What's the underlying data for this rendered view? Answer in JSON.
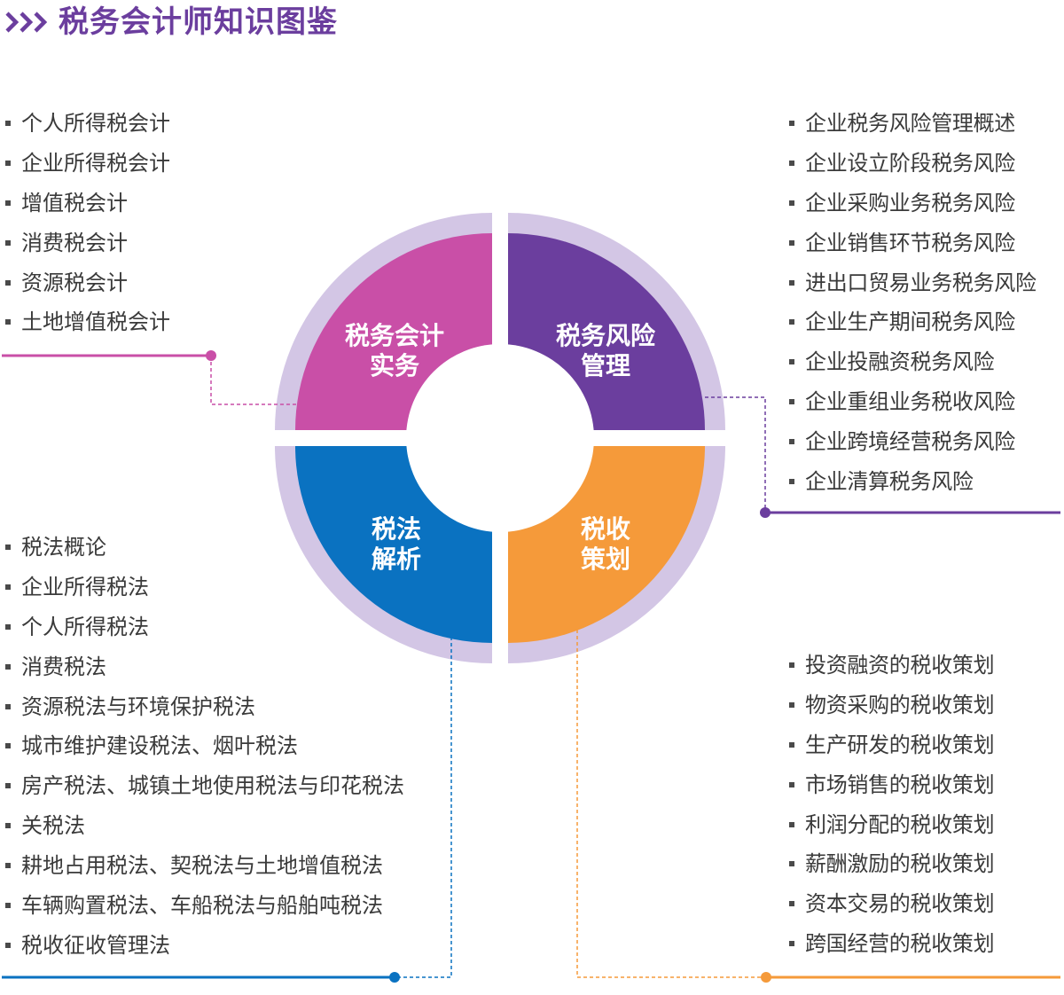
{
  "header": {
    "title": "税务会计师知识图鉴",
    "icon": "chevron-triple-right-icon",
    "accent_color": "#6b3e9e"
  },
  "colors": {
    "magenta": "#c94fa7",
    "purple": "#6b3e9e",
    "blue": "#0a72c1",
    "orange": "#f59a3a",
    "ring": "#d3c6e5"
  },
  "quadrants": {
    "top_left": {
      "line1": "税务会计",
      "line2": "实务"
    },
    "top_right": {
      "line1": "税务风险",
      "line2": "管理"
    },
    "bottom_left": {
      "line1": "税法",
      "line2": "解析"
    },
    "bottom_right": {
      "line1": "税收",
      "line2": "策划"
    }
  },
  "lists": {
    "top_left": [
      "个人所得税会计",
      "企业所得税会计",
      "增值税会计",
      "消费税会计",
      "资源税会计",
      "土地增值税会计"
    ],
    "top_right": [
      "企业税务风险管理概述",
      "企业设立阶段税务风险",
      "企业采购业务税务风险",
      "企业销售环节税务风险",
      "进出口贸易业务税务风险",
      "企业生产期间税务风险",
      "企业投融资税务风险",
      "企业重组业务税收风险",
      "企业跨境经营税务风险",
      "企业清算税务风险"
    ],
    "bottom_left": [
      "税法概论",
      "企业所得税法",
      "个人所得税法",
      "消费税法",
      "资源税法与环境保护税法",
      "城市维护建设税法、烟叶税法",
      "房产税法、城镇土地使用税法与印花税法",
      "关税法",
      "耕地占用税法、契税法与土地增值税法",
      "车辆购置税法、车船税法与船舶吨税法",
      "税收征收管理法"
    ],
    "bottom_right": [
      "投资融资的税收策划",
      "物资采购的税收策划",
      "生产研发的税收策划",
      "市场销售的税收策划",
      "利润分配的税收策划",
      "薪酬激励的税收策划",
      "资本交易的税收策划",
      "跨国经营的税收策划"
    ]
  }
}
